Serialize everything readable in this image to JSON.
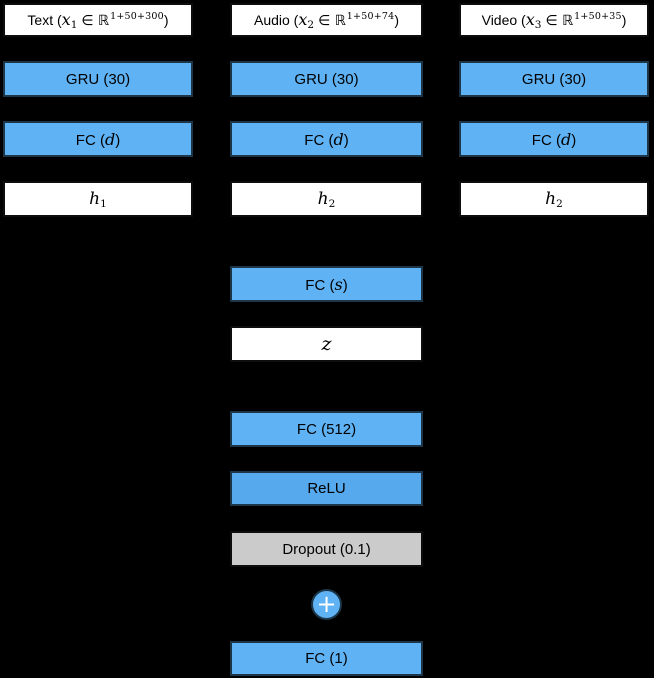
{
  "diagram": {
    "background_color": "#000000",
    "box_colors": {
      "blue": "#5FB3F5",
      "relu_blue": "#55A9EC",
      "dropout_gray": "#CBCBCB",
      "white": "#FFFFFF"
    },
    "columns": [
      {
        "modality": "text",
        "input": {
          "prefix": "Text (",
          "variable": "x",
          "subscript": "1",
          "membership": "∈ ℝ",
          "superscript": "1+50+300",
          "suffix": ")"
        },
        "gru_label": "GRU (30)",
        "fc": {
          "prefix": "FC (",
          "param": "d",
          "suffix": ")"
        },
        "hidden": {
          "variable": "h",
          "subscript": "1"
        }
      },
      {
        "modality": "audio",
        "input": {
          "prefix": "Audio (",
          "variable": "x",
          "subscript": "2",
          "membership": "∈ ℝ",
          "superscript": "1+50+74",
          "suffix": ")"
        },
        "gru_label": "GRU (30)",
        "fc": {
          "prefix": "FC (",
          "param": "d",
          "suffix": ")"
        },
        "hidden": {
          "variable": "h",
          "subscript": "2"
        }
      },
      {
        "modality": "video",
        "input": {
          "prefix": "Video (",
          "variable": "x",
          "subscript": "3",
          "membership": "∈ ℝ",
          "superscript": "1+50+35",
          "suffix": ")"
        },
        "gru_label": "GRU (30)",
        "fc": {
          "prefix": "FC (",
          "param": "d",
          "suffix": ")"
        },
        "hidden": {
          "variable": "h",
          "subscript": "2"
        }
      }
    ],
    "fusion": {
      "fc_s": {
        "prefix": "FC (",
        "param": "s",
        "suffix": ")"
      },
      "latent_label": "z",
      "fc_512_label": "FC (512)",
      "relu_label": "ReLU",
      "dropout_label": "Dropout (0.1)",
      "sum_symbol": "+",
      "fc_1_label": "FC (1)"
    }
  }
}
